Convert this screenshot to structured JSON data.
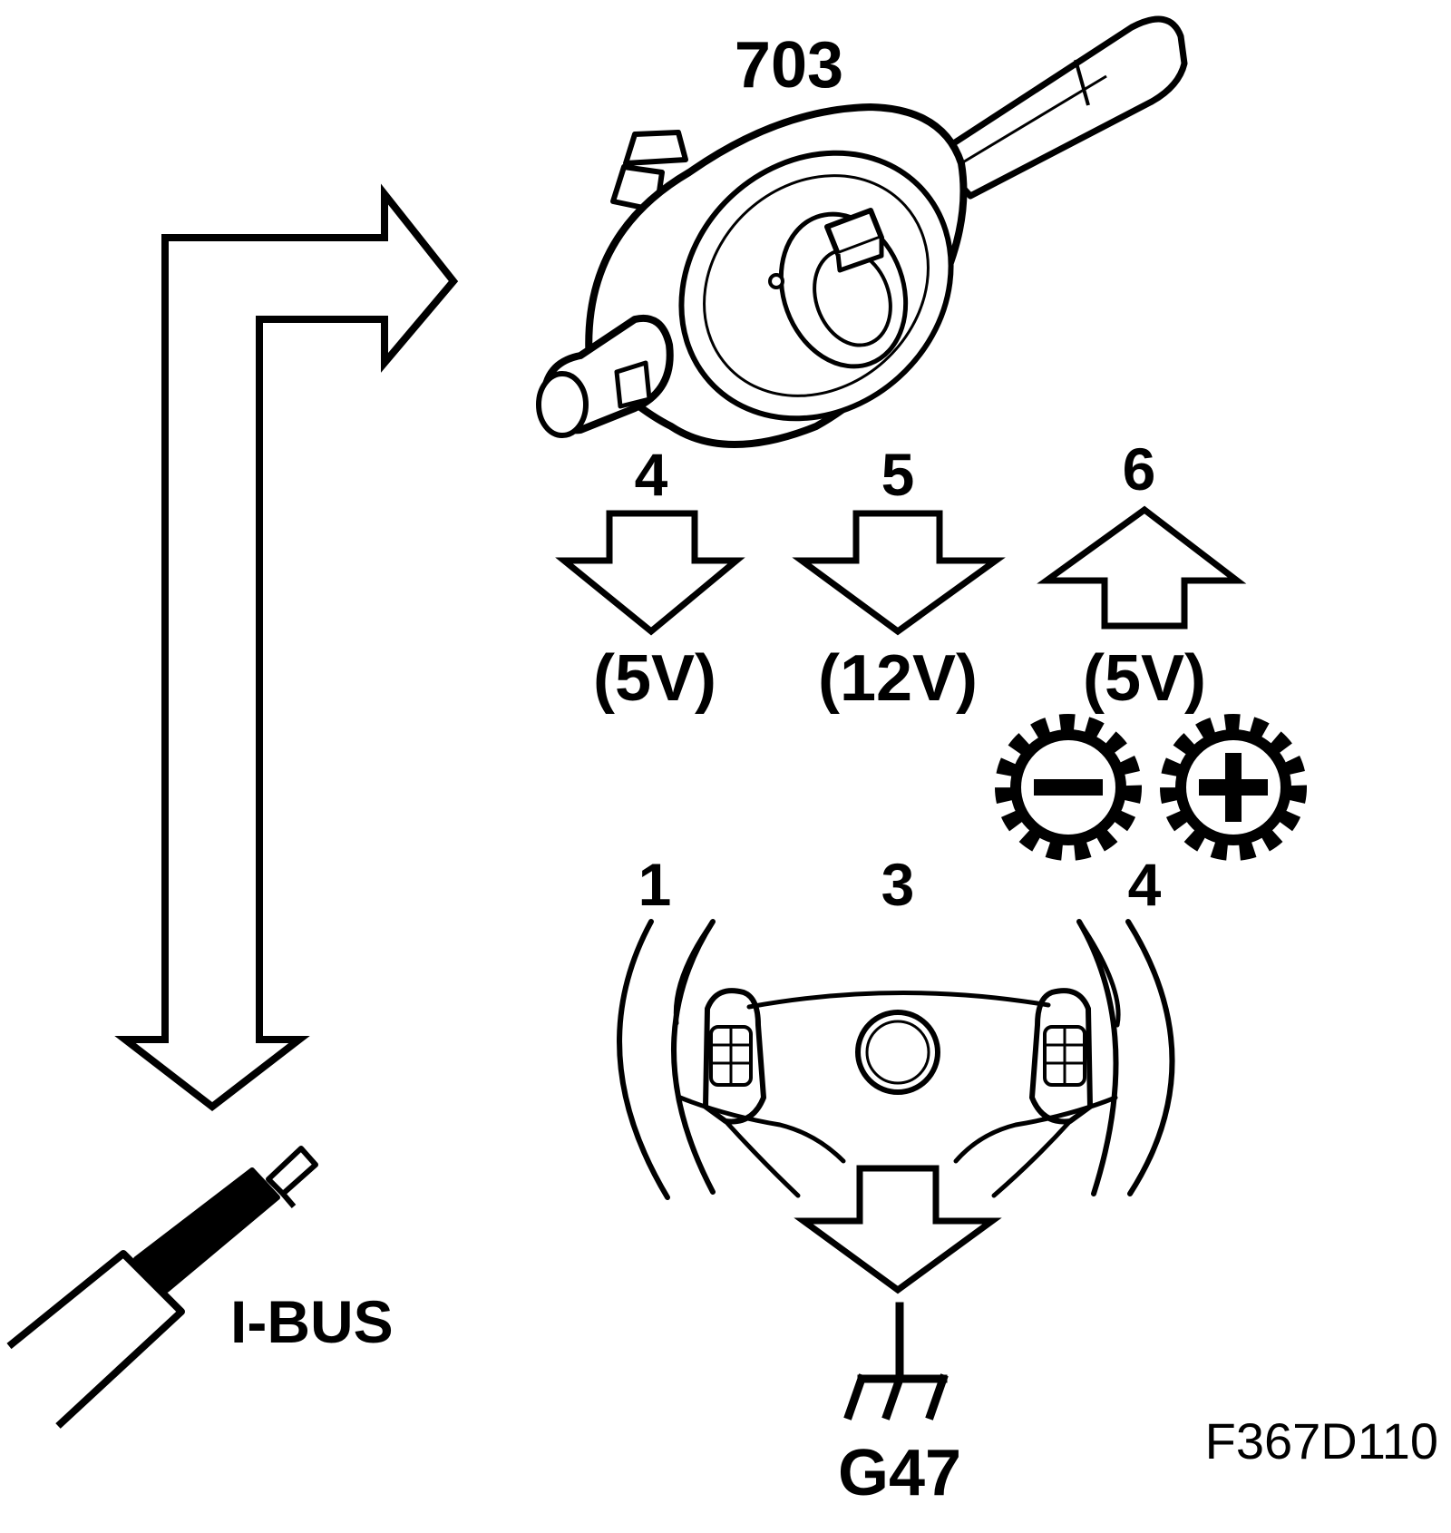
{
  "labels": {
    "switch_unit": "703",
    "ibus": "I-BUS",
    "ground": "G47",
    "figure_code": "F367D110",
    "pin_a": "4",
    "pin_b": "5",
    "pin_c": "6",
    "voltage_a": "(5V)",
    "voltage_b": "(12V)",
    "voltage_c": "(5V)",
    "pin_left": "1",
    "pin_middle": "3",
    "pin_right": "4"
  },
  "icons": {
    "minus": "minus-gear-icon",
    "plus": "plus-gear-icon",
    "ground": "ground-symbol-icon",
    "connector": "ibus-connector-icon"
  }
}
